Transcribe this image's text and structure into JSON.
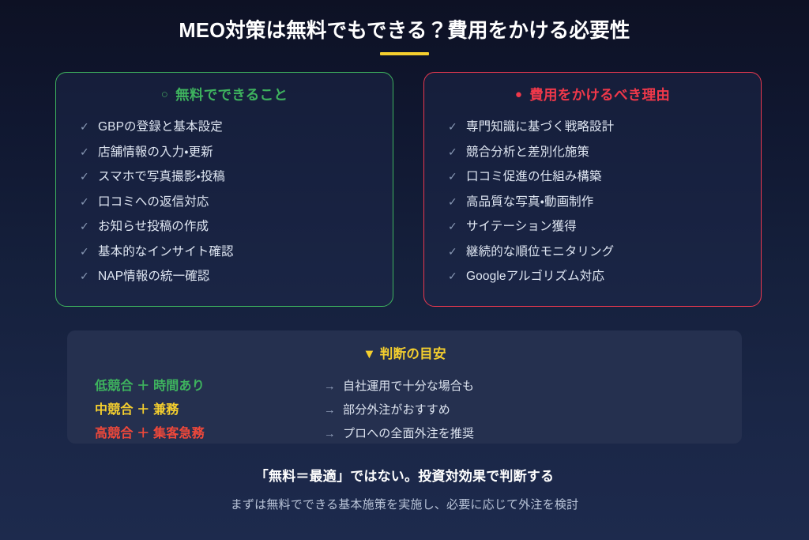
{
  "theme": {
    "background_top": "#0d1124",
    "background_bottom": "#1d2a4d",
    "accent_gold": "#f5cf2e",
    "accent_green": "#3eb35e",
    "accent_red": "#f0384a",
    "text_primary": "#ffffff",
    "text_body": "#dfe6f2",
    "text_muted": "#8a9ab6",
    "panel_fill": "#25304f"
  },
  "header": {
    "title": "MEO対策は無料でもできる？費用をかける必要性"
  },
  "cards": [
    {
      "id": "free",
      "mark_icon": "circle-outline-icon",
      "mark_glyph": "○",
      "title": "無料でできること",
      "border_color": "#3eb35e",
      "items": [
        "GBPの登録と基本設定",
        "店舗情報の入力・更新",
        "スマホで写真撮影・投稿",
        "口コミへの返信対応",
        "お知らせ投稿の作成",
        "基本的なインサイト確認",
        "NAP情報の統一確認"
      ]
    },
    {
      "id": "paid",
      "mark_icon": "circle-filled-icon",
      "mark_glyph": "●",
      "title": "費用をかけるべき理由",
      "border_color": "#e8384f",
      "items": [
        "専門知識に基づく戦略設計",
        "競合分析と差別化施策",
        "口コミ促進の仕組み構築",
        "高品質な写真・動画制作",
        "サイテーション獲得",
        "継続的な順位モニタリング",
        "Googleアルゴリズム対応"
      ]
    }
  ],
  "guide": {
    "title_marker": "▼",
    "title": "判断の目安",
    "arrow_glyph": "→",
    "rows": [
      {
        "condition": "低競合 ＋ 時間あり",
        "level": "low",
        "color": "#3eb35e",
        "result": "自社運用で十分な場合も"
      },
      {
        "condition": "中競合 ＋ 兼務",
        "level": "mid",
        "color": "#f5cf2e",
        "result": "部分外注がおすすめ"
      },
      {
        "condition": "高競合 ＋ 集客急務",
        "level": "high",
        "color": "#f0483a",
        "result": "プロへの全面外注を推奨"
      }
    ]
  },
  "footer": {
    "main": "「無料＝最適」ではない。投資対効果で判断する",
    "sub": "まずは無料でできる基本施策を実施し、必要に応じて外注を検討"
  },
  "check_glyph": "✓"
}
